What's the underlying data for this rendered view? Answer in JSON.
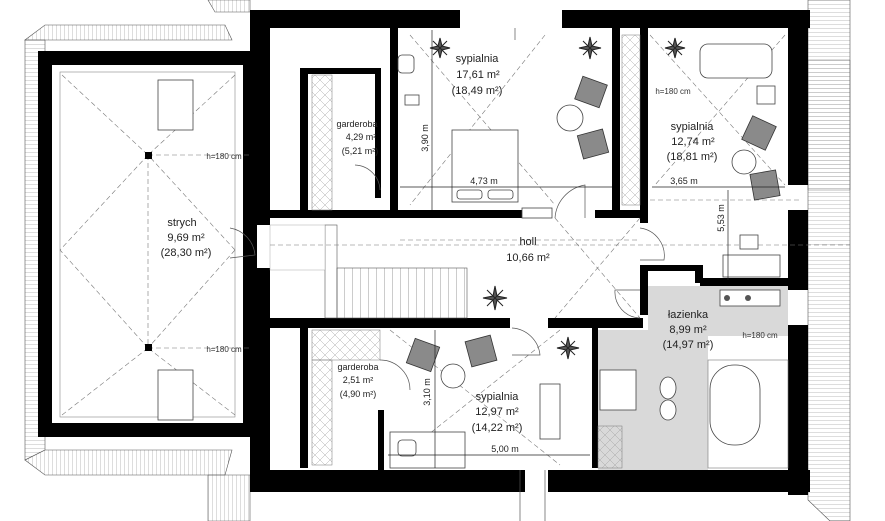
{
  "rooms": {
    "strych": {
      "name": "strych",
      "area": "9,69 m²",
      "total": "(28,30 m²)"
    },
    "garderoba_top": {
      "name": "garderoba",
      "area": "4,29 m²",
      "total": "(5,21 m²)"
    },
    "sypialnia_top": {
      "name": "sypialnia",
      "area": "17,61 m²",
      "total": "(18,49 m²)"
    },
    "sypialnia_right": {
      "name": "sypialnia",
      "area": "12,74 m²",
      "total": "(18,81 m²)"
    },
    "holl": {
      "name": "holl",
      "area": "10,66 m²"
    },
    "lazienka": {
      "name": "łazienka",
      "area": "8,99 m²",
      "total": "(14,97 m²)"
    },
    "garderoba_bottom": {
      "name": "garderoba",
      "area": "2,51 m²",
      "total": "(4,90 m²)"
    },
    "sypialnia_bottom": {
      "name": "sypialnia",
      "area": "12,97 m²",
      "total": "(14,22 m²)"
    }
  },
  "dimensions": {
    "d390": "3,90 m",
    "d473": "4,73 m",
    "d365": "3,65 m",
    "d553": "5,53 m",
    "d310": "3,10 m",
    "d500": "5,00 m"
  },
  "heights": {
    "h1": "h=180 cm",
    "h2": "h=180 cm",
    "h3": "h=180 cm",
    "h4": "h=180 cm"
  }
}
